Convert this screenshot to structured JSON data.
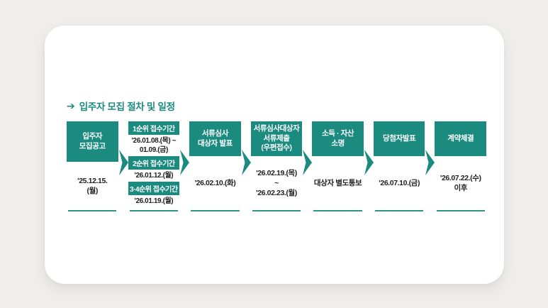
{
  "colors": {
    "teal": "#1b8a7f",
    "background": "#efeeec",
    "card": "#ffffff",
    "date_text": "#1f1f1f"
  },
  "header": {
    "title_icon": "➔",
    "title": "입주자 모집 절차 및 일정"
  },
  "steps": [
    {
      "type": "simple",
      "label": "입주자\n모집공고",
      "date": "'25.12.15.\n(월)"
    },
    {
      "type": "stacked",
      "items": [
        {
          "label": "1순위 접수기간",
          "date": "'26.01.08.(목) ~\n01.09.(금)"
        },
        {
          "label": "2순위 접수기간",
          "date": "'26.01.12.(월)"
        },
        {
          "label": "3·4순위 접수기간",
          "date": "'26.01.19.(월)"
        }
      ]
    },
    {
      "type": "simple",
      "label": "서류심사\n대상자 발표",
      "date": "'26.02.10.(화)"
    },
    {
      "type": "simple",
      "label": "서류심사대상자\n서류제출\n(우편접수)",
      "date": "'26.02.19.(목)\n~\n'26.02.23.(월)"
    },
    {
      "type": "simple",
      "label": "소득 · 자산\n소명",
      "date": "대상자 별도통보"
    },
    {
      "type": "simple",
      "label": "당첨자발표",
      "date": "'26.07.10.(금)"
    },
    {
      "type": "simple",
      "label": "계약체결",
      "date": "'26.07.22.(수)\n이후"
    }
  ]
}
